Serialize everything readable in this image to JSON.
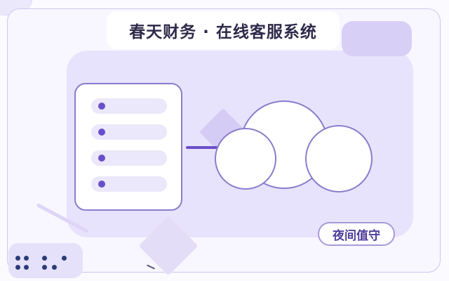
{
  "header": {
    "title": "春天财务 · 在线客服系统"
  },
  "badge": {
    "label": "夜间值守"
  },
  "illustration": {
    "list_card_rows": 4,
    "icons": [
      "list-card-icon",
      "cloud-icon"
    ]
  },
  "colors": {
    "accent": "#6a4fc9",
    "panel": "#e8e3fc",
    "frame": "#cfc6ef",
    "badge_text": "#4e3d9c",
    "dots": "#2a3c78"
  }
}
